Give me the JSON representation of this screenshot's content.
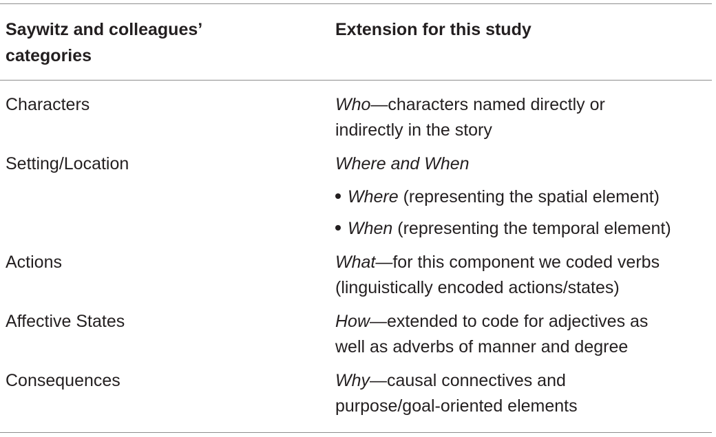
{
  "table": {
    "headers": {
      "col1_line1": "Saywitz and colleagues’",
      "col1_line2": "categories",
      "col2": "Extension for this study"
    },
    "rows": [
      {
        "category": "Characters",
        "ext_term": "Who",
        "ext_line1": "—characters named directly or",
        "ext_line2": "indirectly in the story"
      },
      {
        "category": "Setting/Location",
        "ext_term": "Where and When",
        "bullets": [
          {
            "term": "Where",
            "text": " (representing the spatial element)"
          },
          {
            "term": "When",
            "text": " (representing the temporal element)"
          }
        ]
      },
      {
        "category": "Actions",
        "ext_term": "What",
        "ext_line1": "—for this component we coded verbs",
        "ext_line2": "(linguistically encoded actions/states)"
      },
      {
        "category": "Affective States",
        "ext_term": "How",
        "ext_line1": "—extended to code for adjectives as",
        "ext_line2": "well as adverbs of manner and degree"
      },
      {
        "category": "Consequences",
        "ext_term": "Why",
        "ext_line1": "—causal connectives and",
        "ext_line2": "purpose/goal-oriented elements"
      }
    ]
  }
}
